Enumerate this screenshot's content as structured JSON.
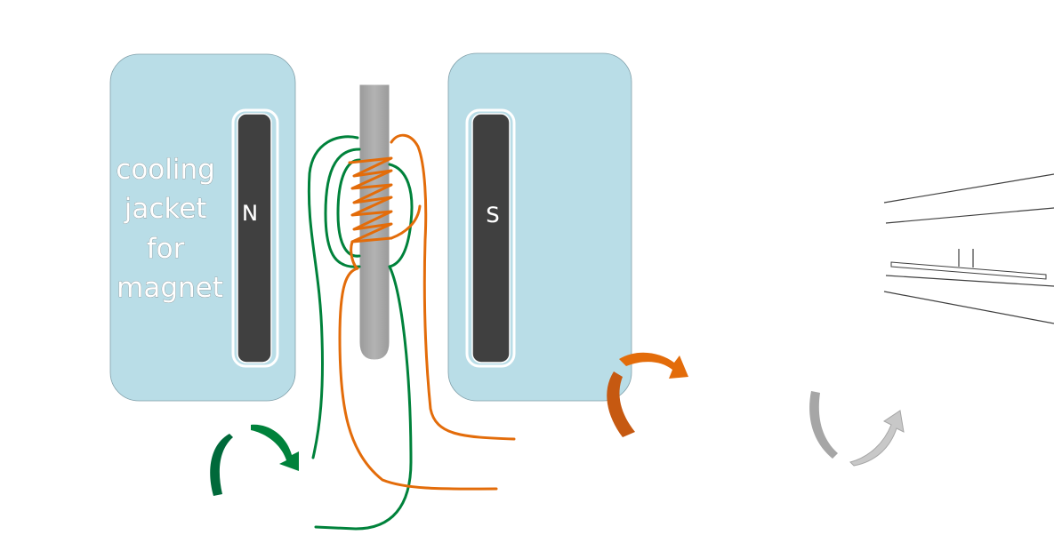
{
  "magnet": {
    "jacket_label": [
      "cooling",
      "jacket",
      "for",
      "magnet"
    ],
    "north_label": "N",
    "south_label": "S"
  },
  "colors": {
    "jacket": "#b9dde7",
    "pole": "#404040",
    "probe": "#a6a6a6",
    "coil_orange": "#e36c0a",
    "coil_green": "#00823b",
    "arrow_orange_dark": "#c65911",
    "arrow_green_dark": "#00693a",
    "arrow_grey": "#a6a6a6",
    "spectrum_line": "#404040"
  }
}
